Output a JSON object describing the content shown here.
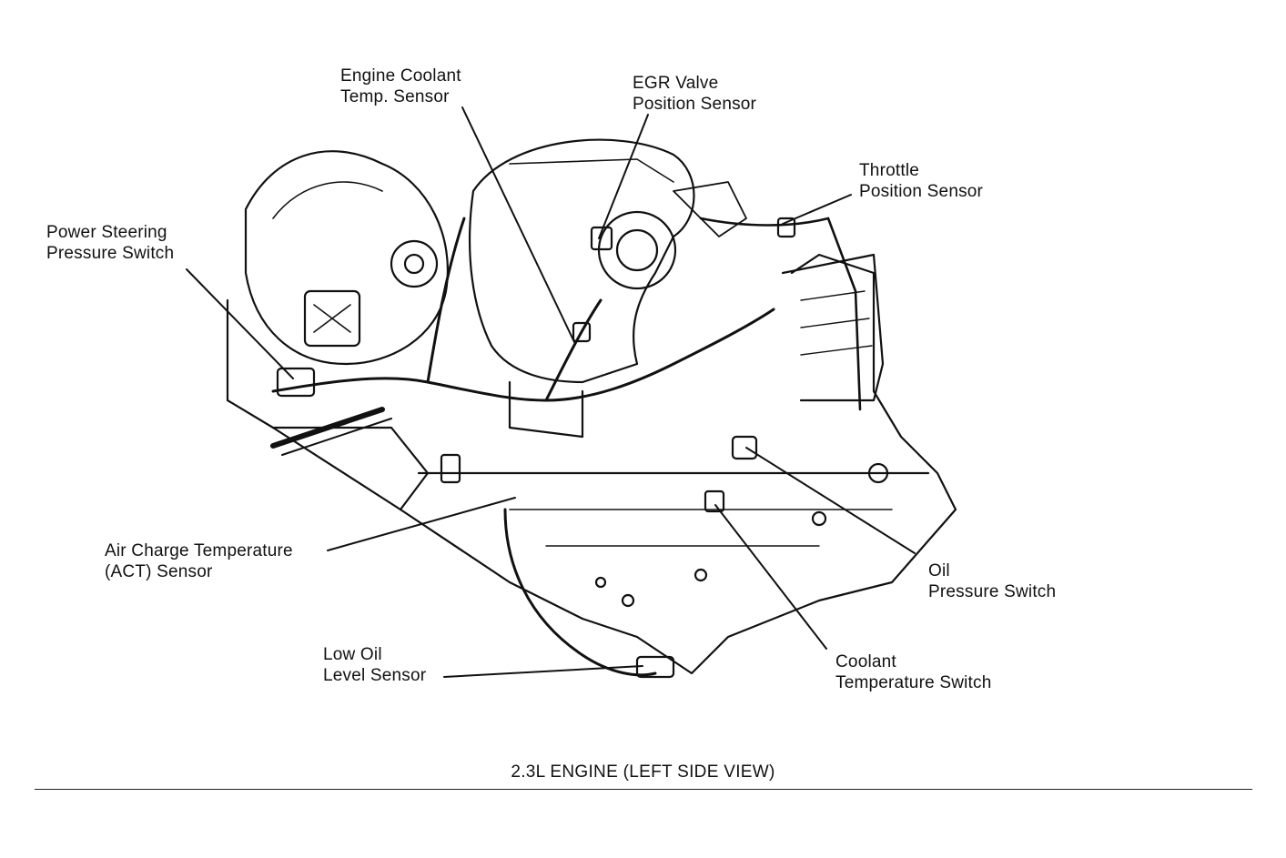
{
  "diagram": {
    "labels": {
      "engine_coolant_temp_sensor": [
        "Engine Coolant",
        "Temp. Sensor"
      ],
      "egr_valve_position_sensor": [
        "EGR Valve",
        "Position Sensor"
      ],
      "throttle_position_sensor": [
        "Throttle",
        "Position Sensor"
      ],
      "power_steering_pressure_switch": [
        "Power Steering",
        "Pressure Switch"
      ],
      "air_charge_temperature_sensor": [
        "Air Charge Temperature",
        "(ACT) Sensor"
      ],
      "oil_pressure_switch": [
        "Oil",
        "Pressure Switch"
      ],
      "low_oil_level_sensor": [
        "Low Oil",
        "Level Sensor"
      ],
      "coolant_temperature_switch": [
        "Coolant",
        "Temperature Switch"
      ]
    },
    "caption": "2.3L ENGINE (LEFT SIDE VIEW)"
  },
  "colors": {
    "ink": "#111111",
    "background": "#ffffff"
  }
}
